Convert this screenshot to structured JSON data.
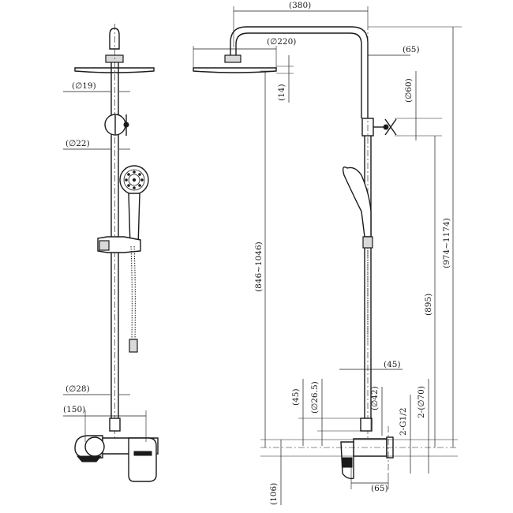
{
  "dimensions": {
    "width_total": "(380)",
    "head_diameter": "(∅220)",
    "top_offset": "(65)",
    "head_thickness": "(14)",
    "valve_diameter": "(∅60)",
    "height_min_max": "(974~1174)",
    "rail_length": "(846~1046)",
    "rail_to_bottom": "(895)",
    "arm_diameter": "(∅19)",
    "pipe_diameter": "(∅22)",
    "lower_pipe_diameter": "(∅28)",
    "center_distance": "(150)",
    "elbow_offset": "(45)",
    "mixer_height": "(45)",
    "connector_diameter": "(∅26.5)",
    "inlet_diameter": "(∅42)",
    "thread": "2-G1/2",
    "flange_diameter": "2-(∅70)",
    "base_offset": "(106)",
    "bottom_width": "(65)"
  }
}
